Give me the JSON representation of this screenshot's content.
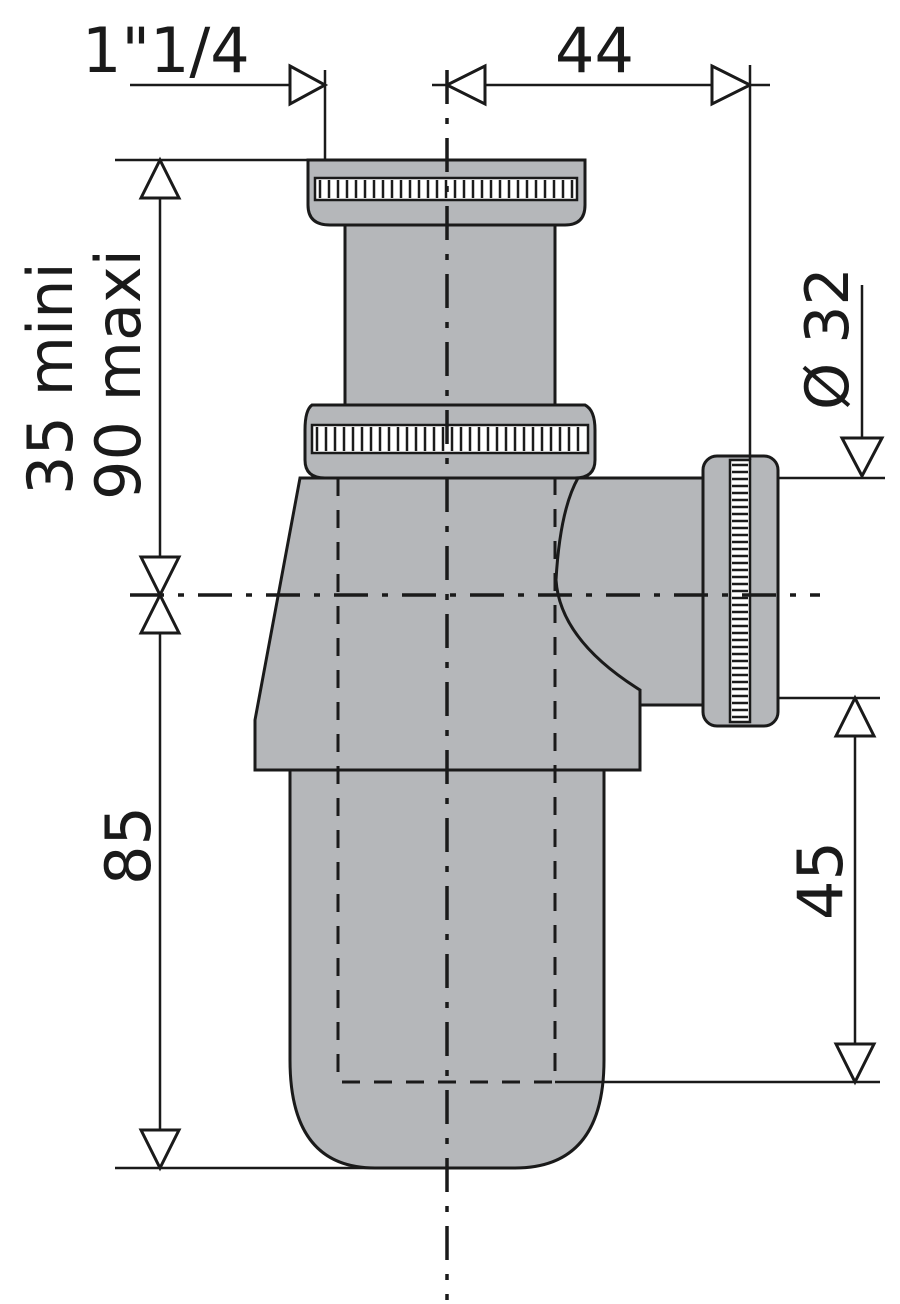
{
  "dimensions": {
    "thread_size": "1\"1/4",
    "outlet_offset": "44",
    "outlet_diameter": "Ø 32",
    "adjust_min": "35 mini",
    "adjust_max": "90 maxi",
    "trap_height": "85",
    "outlet_height": "45"
  },
  "colors": {
    "body": "#b5b7ba",
    "outline": "#1a1a1a",
    "background": "#ffffff"
  }
}
